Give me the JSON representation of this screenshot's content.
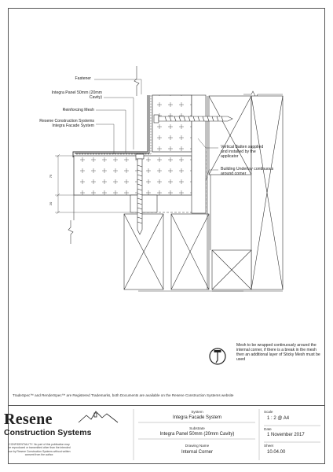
{
  "labels": {
    "fastener": "Fastener",
    "panel_1": "Integra Panel 50mm (20mm",
    "panel_2": "Cavity)",
    "mesh": "Reinforcing Mesh",
    "resene_sys_1": "Resene Construction Systems",
    "resene_sys_2": "Integra Facade System",
    "batten_1": "Vertical Batten supplied",
    "batten_2": "and installed by the",
    "batten_3": "applicator",
    "underlay_1": "Building Underlay continuous",
    "underlay_2": "around corner",
    "dim_upper": "75",
    "dim_lower": "20"
  },
  "note": "Mesh to be wrapped continuously around the internal corner, if there is a break in the mesh then an additional layer of Sticky Mesh must be used",
  "trademark": "TradeSpec™ and RenderSpec™ are Registered Trademarks, both Documents are available on the Resene Construction Systems website",
  "title_block": {
    "logo_word": "Resene",
    "logo_sub": "Construction Systems",
    "confidentiality": "CONFIDENTIALITY: No part of this publication may be reproduced or transmitted other than the intended use by Resene Construction Systems without written consent from the author.",
    "system_label": "System",
    "system_value": "Integra Facade System",
    "substrate_label": "Substrate",
    "substrate_value": "Integra Panel 50mm (20mm Cavity)",
    "drawing_name_label": "Drawing Name",
    "drawing_name_value": "Internal Corner",
    "scale_label": "Scale",
    "scale_value": "1 : 2 @ A4",
    "date_label": "Date",
    "date_value": "1 November 2017",
    "sheet_label": "Sheet",
    "sheet_value": "10.04.00"
  }
}
